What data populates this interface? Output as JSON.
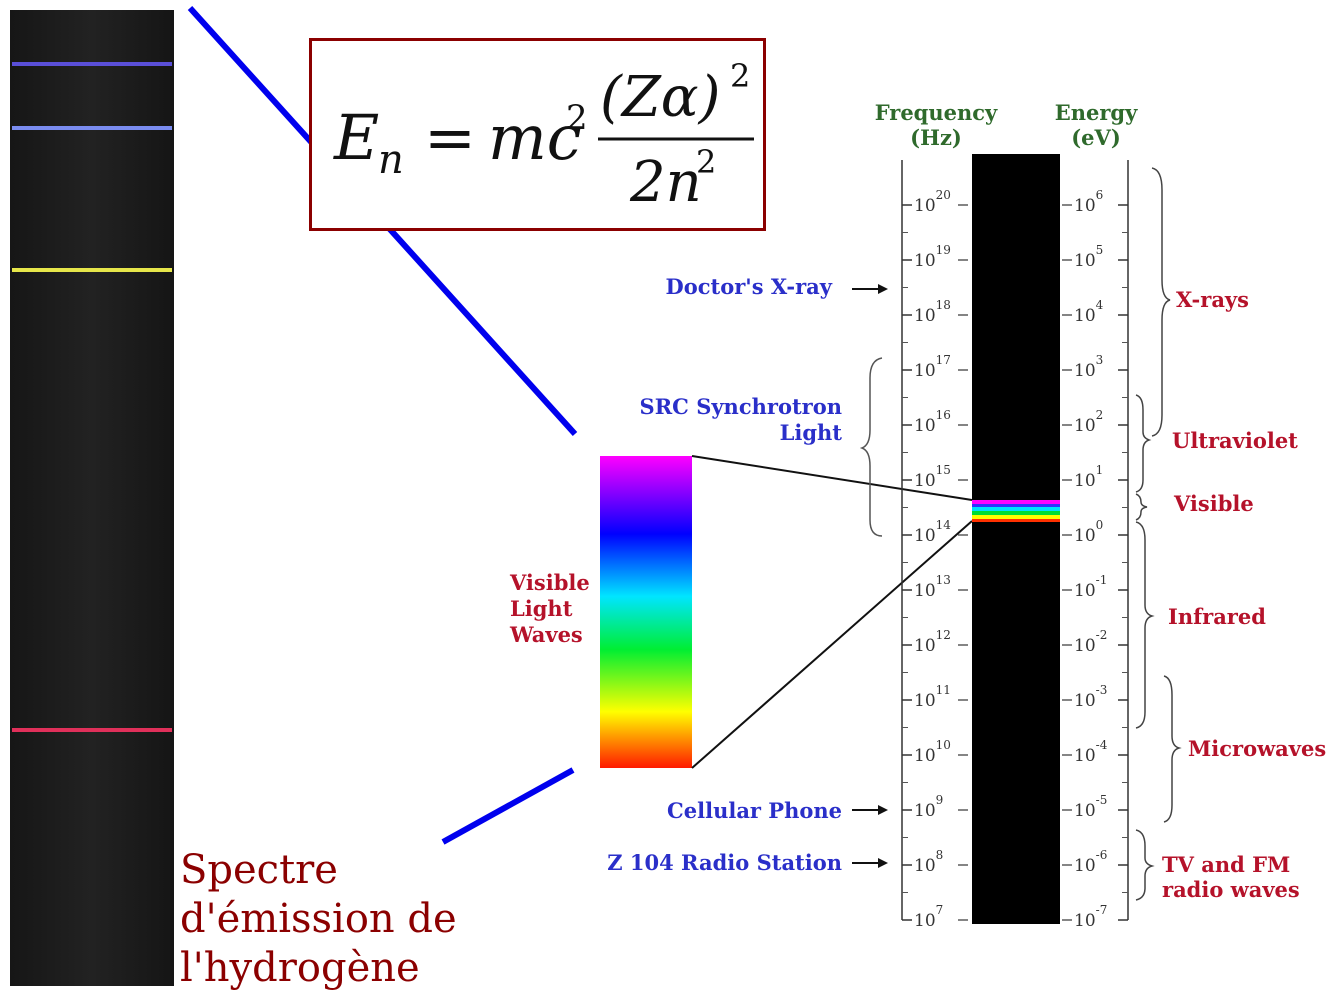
{
  "formula": {
    "lhs": "E",
    "lhs_sub": "n",
    "equals": "=",
    "mc": "mc",
    "mc_exp": "2",
    "numerator": "(Zα)",
    "numerator_exp": "2",
    "denominator": "2n",
    "denominator_exp": "2"
  },
  "caption": {
    "line1": "Spectre",
    "line2": "d'émission de",
    "line3": "l'hydrogène"
  },
  "axes": {
    "frequency_title": "Frequency",
    "frequency_unit": "(Hz)",
    "energy_title": "Energy",
    "energy_unit": "(eV)",
    "frequency_base": "10",
    "frequency_exponents": [
      "20",
      "19",
      "18",
      "17",
      "16",
      "15",
      "14",
      "13",
      "12",
      "11",
      "10",
      "9",
      "8",
      "7"
    ],
    "energy_base": "10",
    "energy_exponents": [
      "6",
      "5",
      "4",
      "3",
      "2",
      "1",
      "0",
      "-1",
      "-2",
      "-3",
      "-4",
      "-5",
      "-6",
      "-7"
    ]
  },
  "left_labels": {
    "doctors_xray": "Doctor's X-ray",
    "src_line1": "SRC Synchrotron",
    "src_line2": "Light",
    "cellular": "Cellular Phone",
    "radio": "Z 104 Radio Station"
  },
  "visible_waves": {
    "line1": "Visible",
    "line2": "Light",
    "line3": "Waves"
  },
  "regions": {
    "xrays": "X-rays",
    "ultraviolet": "Ultraviolet",
    "visible": "Visible",
    "infrared": "Infrared",
    "microwaves": "Microwaves",
    "tvfm_line1": "TV and FM",
    "tvfm_line2": "radio waves"
  },
  "emission_lines": [
    {
      "color": "#5a4fd8"
    },
    {
      "color": "#7a8cf0"
    },
    {
      "color": "#e6e64a"
    },
    {
      "color": "#e0305a"
    }
  ],
  "colors": {
    "label_blue": "#2a2fc9",
    "label_red": "#b5122a",
    "label_green": "#2f6a2c",
    "connector_blue": "#0000ee",
    "frame_red": "#8b0000"
  }
}
